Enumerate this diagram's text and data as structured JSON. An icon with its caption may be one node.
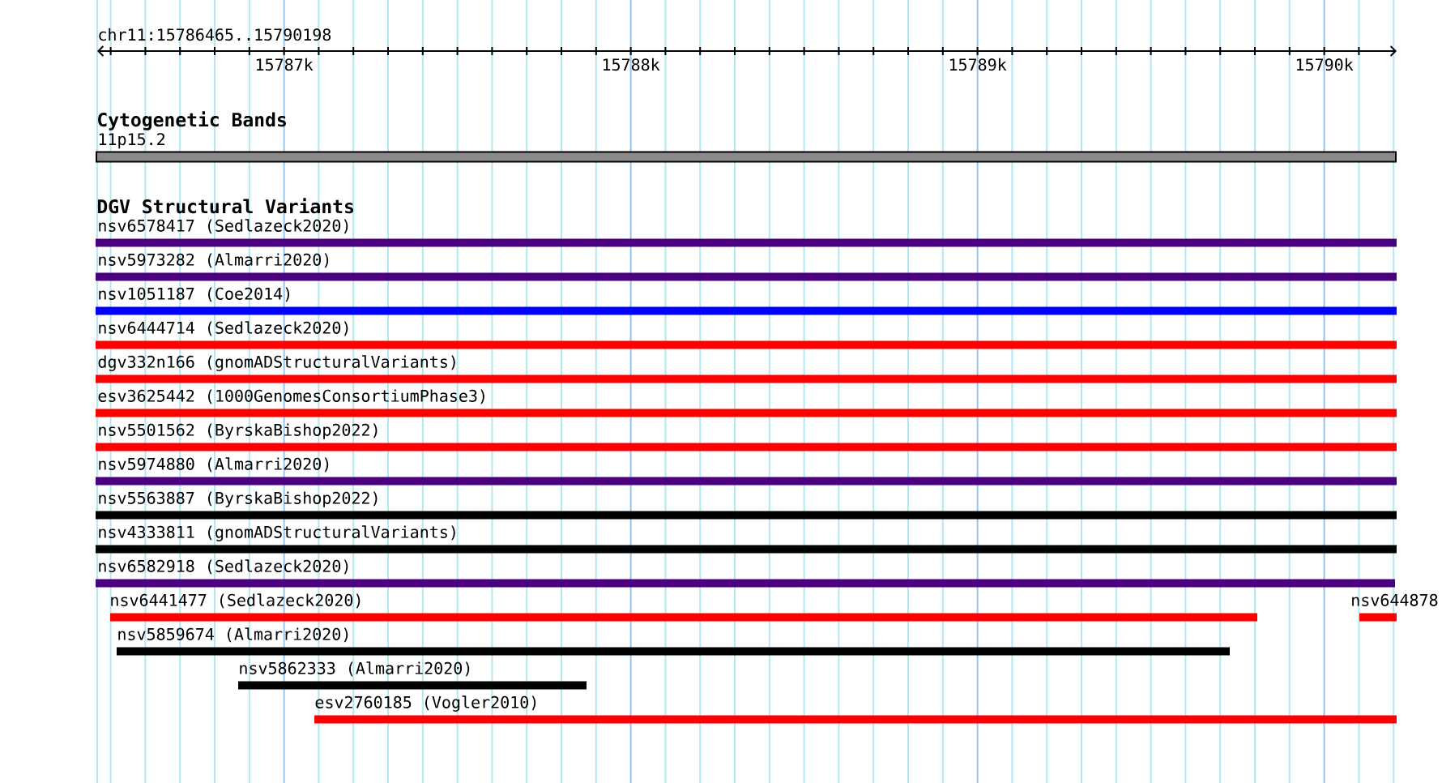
{
  "diagram": {
    "nodes": [
      {
        "text": [
          "11p15.2"
        ]
      },
      {
        "text": [
          "nsv6578417 (Sedlazeck2020)"
        ]
      },
      {
        "text": [
          "nsv5973282 (Almarri2020)"
        ]
      },
      {
        "text": [
          "nsv1051187 (Coe2014)"
        ]
      },
      {
        "text": [
          "nsv6444714 (Sedlazeck2020)"
        ]
      },
      {
        "text": [
          "dgv332n166 (gnomADStructuralVariants)"
        ]
      },
      {
        "text": [
          "esv3625442 (1000GenomesConsortiumPhase3)"
        ]
      },
      {
        "text": [
          "nsv5501562 (ByrskaBishop2022)"
        ]
      },
      {
        "text": [
          "nsv5974880 (Almarri2020)"
        ]
      },
      {
        "text": [
          "nsv5563887 (ByrskaBishop2022)"
        ]
      },
      {
        "text": [
          "nsv4333811 (gnomADStructuralVariants)"
        ]
      },
      {
        "text": [
          "nsv6582918 (Sedlazeck2020)"
        ]
      },
      {
        "text": [
          "nsv6441477 (Sedlazeck2020)"
        ]
      },
      {
        "text": [
          "nsv644878"
        ]
      },
      {
        "text": [
          "nsv5859674 (Almarri2020)"
        ]
      },
      {
        "text": [
          "nsv5862333 (Almarri2020)"
        ]
      },
      {
        "text": [
          "esv2760185 (Vogler2010)"
        ]
      }
    ],
    "labels": [
      "chr11:15786465..15790198",
      "15787k",
      "15788k",
      "15789k",
      "15790k",
      "Cytogenetic Bands",
      "DGV Structural Variants"
    ]
  }
}
